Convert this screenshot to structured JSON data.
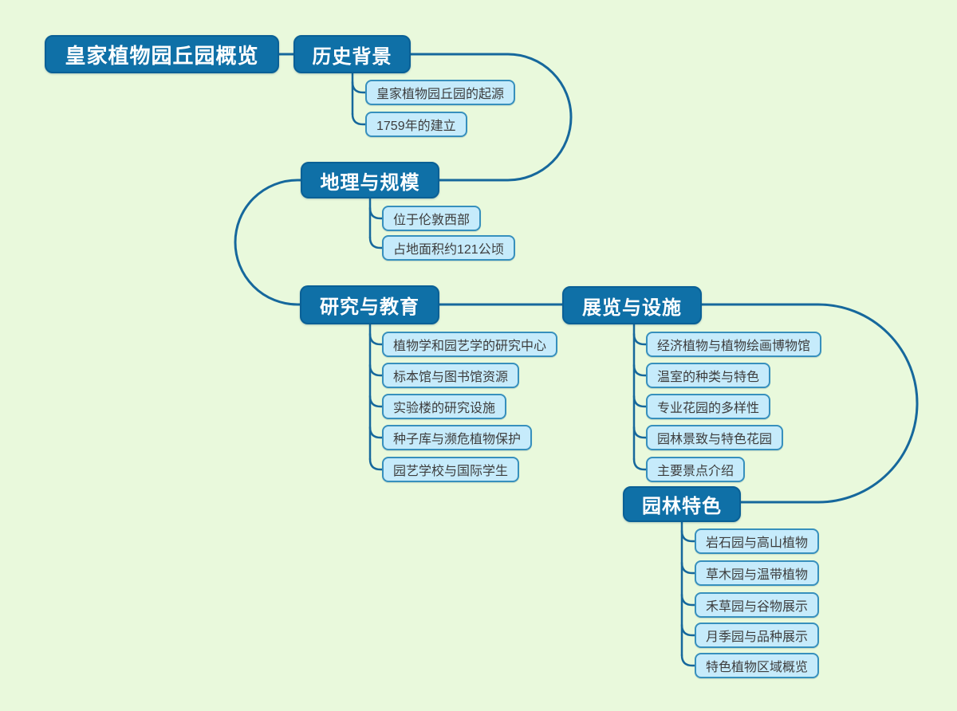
{
  "app": {
    "background_color": "#e9f9dc",
    "topic_fill_color": "#0f70a7",
    "topic_border_color": "#0a6096",
    "child_fill_color": "#c6ebfb",
    "child_border_color": "#3790bd",
    "connector_color": "#16689c",
    "child_text_color": "#3d3d3d"
  },
  "mindmap": {
    "root": "皇家植物园丘园概览",
    "branches": [
      {
        "label": "历史背景",
        "children": [
          "皇家植物园丘园的起源",
          "1759年的建立"
        ]
      },
      {
        "label": "地理与规模",
        "children": [
          "位于伦敦西部",
          "占地面积约121公顷"
        ]
      },
      {
        "label": "研究与教育",
        "children": [
          "植物学和园艺学的研究中心",
          "标本馆与图书馆资源",
          "实验楼的研究设施",
          "种子库与濒危植物保护",
          "园艺学校与国际学生"
        ]
      },
      {
        "label": "展览与设施",
        "children": [
          "经济植物与植物绘画博物馆",
          "温室的种类与特色",
          "专业花园的多样性",
          "园林景致与特色花园",
          "主要景点介绍"
        ]
      },
      {
        "label": "园林特色",
        "children": [
          "岩石园与高山植物",
          "草木园与温带植物",
          "禾草园与谷物展示",
          "月季园与品种展示",
          "特色植物区域概览"
        ]
      }
    ]
  }
}
